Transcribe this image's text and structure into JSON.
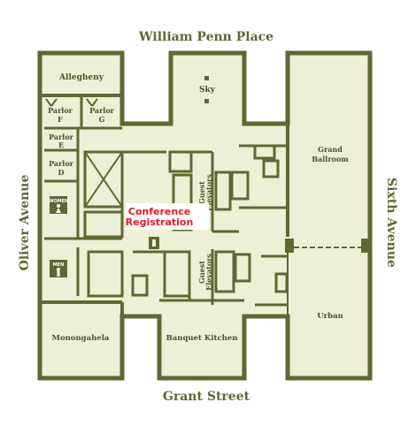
{
  "streets": {
    "north": "William Penn Place",
    "south": "Grant Street",
    "west": "Oliver Avenue",
    "east": "Sixth Avenue"
  },
  "rooms": {
    "allegheny": "Allegheny",
    "sky": "Sky",
    "parlor_f": [
      "Parlor",
      "F"
    ],
    "parlor_g": [
      "Parlor",
      "G"
    ],
    "parlor_e": [
      "Parlor",
      "E"
    ],
    "parlor_d": [
      "Parlor",
      "D"
    ],
    "grand_ballroom": [
      "Grand",
      "Ballroom"
    ],
    "guest_elevators_upper": [
      "Guest",
      "Elevators"
    ],
    "guest_elevators_lower": [
      "Guest",
      "Elevators"
    ],
    "women": "WOMEN",
    "men": "MEN",
    "monongahela": "Monongahela",
    "banquet_kitchen": "Banquet Kitchen",
    "urban": "Urban"
  },
  "registration": [
    "Conference",
    "Registration"
  ],
  "colors": {
    "floor": "#eef0d6",
    "wall": "#5e6833",
    "text": "#4a5226",
    "registration": "#e31b23"
  },
  "icons": [
    "women-restroom-icon",
    "men-restroom-icon",
    "phone-icon"
  ]
}
